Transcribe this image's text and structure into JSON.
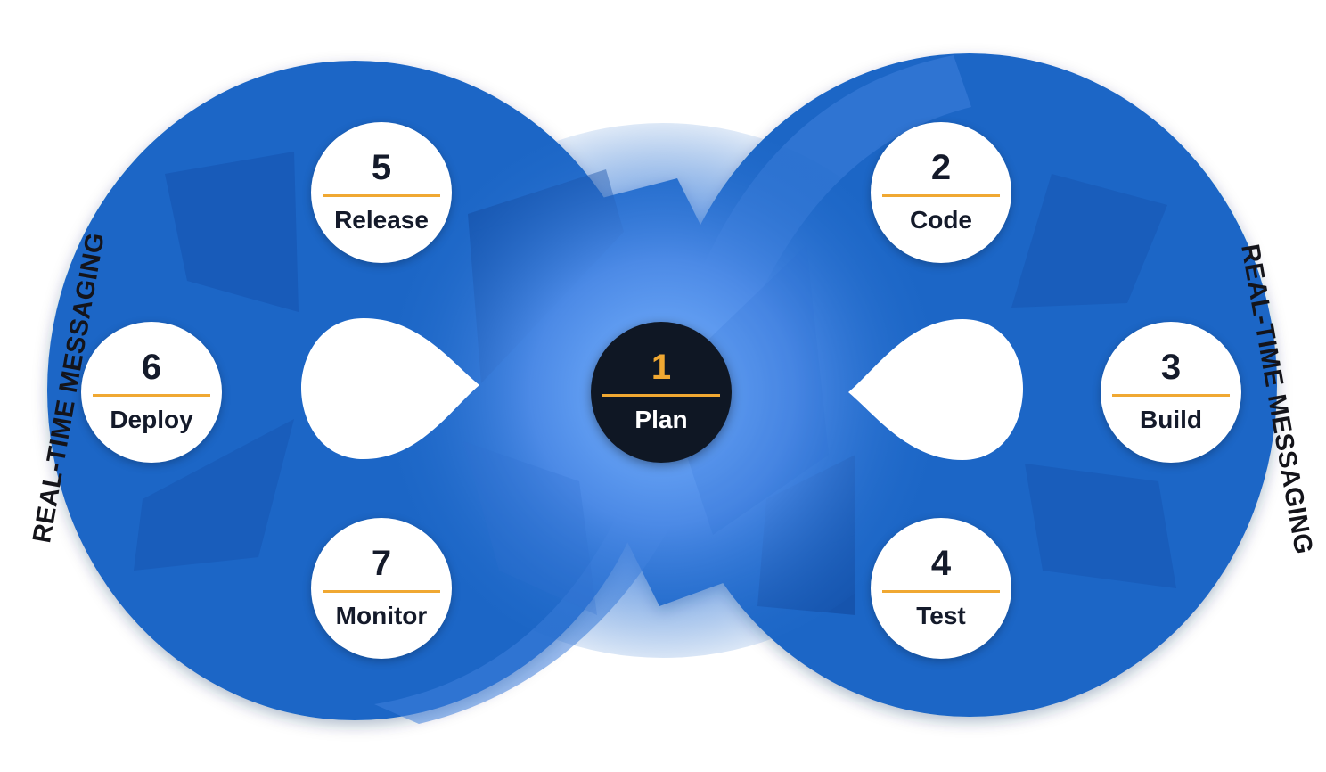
{
  "side_labels": {
    "left": "REAL-TIME MESSAGING",
    "right": "REAL-TIME MESSAGING"
  },
  "stages": [
    {
      "number": "1",
      "name": "Plan"
    },
    {
      "number": "2",
      "name": "Code"
    },
    {
      "number": "3",
      "name": "Build"
    },
    {
      "number": "4",
      "name": "Test"
    },
    {
      "number": "5",
      "name": "Release"
    },
    {
      "number": "6",
      "name": "Deploy"
    },
    {
      "number": "7",
      "name": "Monitor"
    }
  ],
  "colors": {
    "loop_blue": "#1a66c6",
    "loop_light": "#7ab4ff",
    "accent_orange": "#f0a832",
    "center_dark": "#0f1724",
    "text_dark": "#141a2a"
  }
}
